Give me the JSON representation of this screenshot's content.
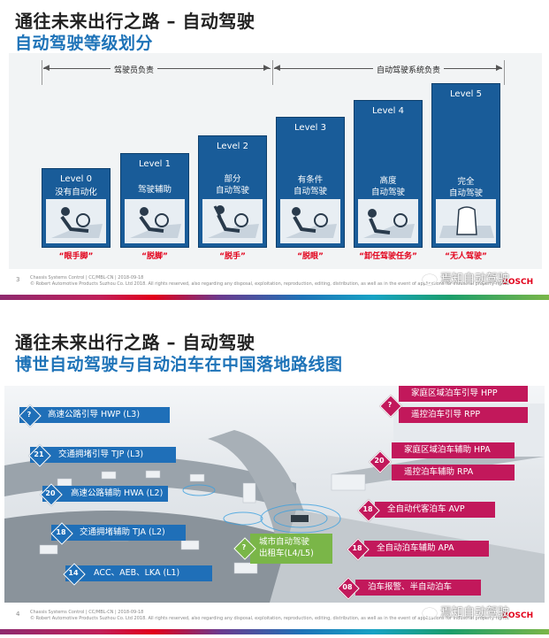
{
  "slide1": {
    "title": "通往未来出行之路 – 自动驾驶",
    "subtitle": "自动驾驶等级划分",
    "driver_span": "驾驶员负责",
    "system_span": "自动驾驶系统负责",
    "levels": [
      {
        "level": "Level 0",
        "desc": "没有自动化",
        "quote": "“眼手脚”"
      },
      {
        "level": "Level 1",
        "desc": "驾驶辅助",
        "quote": "“脱脚”"
      },
      {
        "level": "Level 2",
        "desc": "部分\n自动驾驶",
        "quote": "“脱手”"
      },
      {
        "level": "Level 3",
        "desc": "有条件\n自动驾驶",
        "quote": "“脱眼”"
      },
      {
        "level": "Level 4",
        "desc": "高度\n自动驾驶",
        "quote": "“卸任驾驶任务”"
      },
      {
        "level": "Level 5",
        "desc": "完全\n自动驾驶",
        "quote": "“无人驾驶”"
      }
    ],
    "page_number": "3",
    "footer_line1": "Chassis Systems Control | CC/MBL-CN | 2018-09-18",
    "footer_line2": "© Robert Automotive Products Suzhou Co. Ltd 2018. All rights reserved, also regarding any disposal, exploitation, reproduction, editing, distribution, as well as in the event of applications for industrial property rights.",
    "brand": "BOSCH",
    "watermark": "焉知自动驾驶"
  },
  "slide2": {
    "title": "通往未来出行之路 – 自动驾驶",
    "subtitle": "博世自动驾驶与自动泊车在中国落地路线图",
    "left_labels": [
      {
        "num": "?",
        "text": "高速公路引导 HWP (L3)"
      },
      {
        "num": "21",
        "text": "交通拥堵引导 TJP (L3)"
      },
      {
        "num": "20",
        "text": "高速公路辅助 HWA (L2)"
      },
      {
        "num": "18",
        "text": "交通拥堵辅助 TJA (L2)"
      },
      {
        "num": "14",
        "text": "ACC、AEB、LKA (L1)"
      }
    ],
    "center_label": {
      "num": "?",
      "text": "城市自动驾驶\n出租车(L4/L5)"
    },
    "right_labels": [
      {
        "num": "?",
        "text": "家庭区域泊车引导 HPP"
      },
      {
        "num": "",
        "text": "遥控泊车引导 RPP"
      },
      {
        "num": "20",
        "text": "家庭区域泊车辅助 HPA"
      },
      {
        "num": "",
        "text": "遥控泊车辅助 RPA"
      },
      {
        "num": "18",
        "text": "全自动代客泊车 AVP"
      },
      {
        "num": "18",
        "text": "全自动泊车辅助 APA"
      },
      {
        "num": "08",
        "text": "泊车报警、半自动泊车"
      }
    ],
    "page_number": "4",
    "footer_line1": "Chassis Systems Control | CC/MBL-CN | 2018-09-18",
    "footer_line2": "© Robert Automotive Products Suzhou Co. Ltd 2018. All rights reserved, also regarding any disposal, exploitation, reproduction, editing, distribution, as well as in the event of applications for industrial property rights.",
    "brand": "BOSCH",
    "watermark": "焉知自动驾驶"
  },
  "colors": {
    "bar_blue": "#195c99",
    "title_blue": "#1e73b8",
    "quote_red": "#e2001a",
    "label_blue": "#1f6fb8",
    "label_magenta": "#c2185b",
    "label_green": "#7ab648"
  }
}
